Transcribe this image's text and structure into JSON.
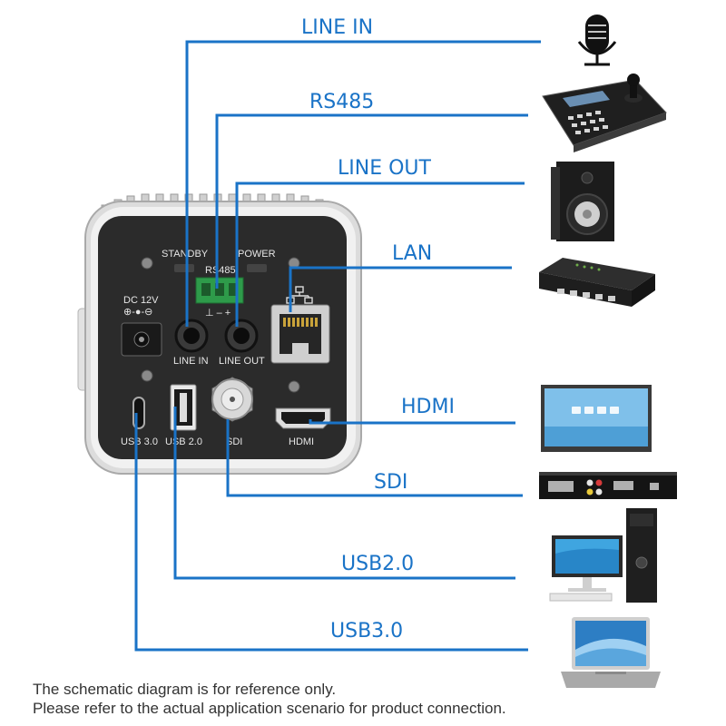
{
  "colors": {
    "line": "#1a73c7",
    "label": "#1a73c7",
    "panel": "#2b2b2b",
    "housing": "#dcdcdc"
  },
  "panel": {
    "standby": "STANDBY",
    "power": "POWER",
    "rs485": "RS485",
    "dc": "DC 12V",
    "polarity": "⊕-●-⊖",
    "rs485_pins": "⊥ – +",
    "line_in": "LINE IN",
    "line_out": "LINE OUT",
    "usb30": "USB 3.0",
    "usb20": "USB 2.0",
    "sdi": "SDI",
    "hdmi": "HDMI"
  },
  "connections": [
    {
      "label": "LINE IN",
      "device": "microphone-icon"
    },
    {
      "label": "RS485",
      "device": "ptz-keyboard-icon"
    },
    {
      "label": "LINE OUT",
      "device": "speaker-icon"
    },
    {
      "label": "LAN",
      "device": "network-switch-icon"
    },
    {
      "label": "HDMI",
      "device": "monitor-icon"
    },
    {
      "label": "SDI",
      "device": "sdi-receiver-icon"
    },
    {
      "label": "USB2.0",
      "device": "desktop-pc-icon"
    },
    {
      "label": "USB3.0",
      "device": "laptop-icon"
    }
  ],
  "notes": {
    "line1": "The schematic diagram is for reference only.",
    "line2": "Please refer to the actual application scenario for product connection."
  }
}
